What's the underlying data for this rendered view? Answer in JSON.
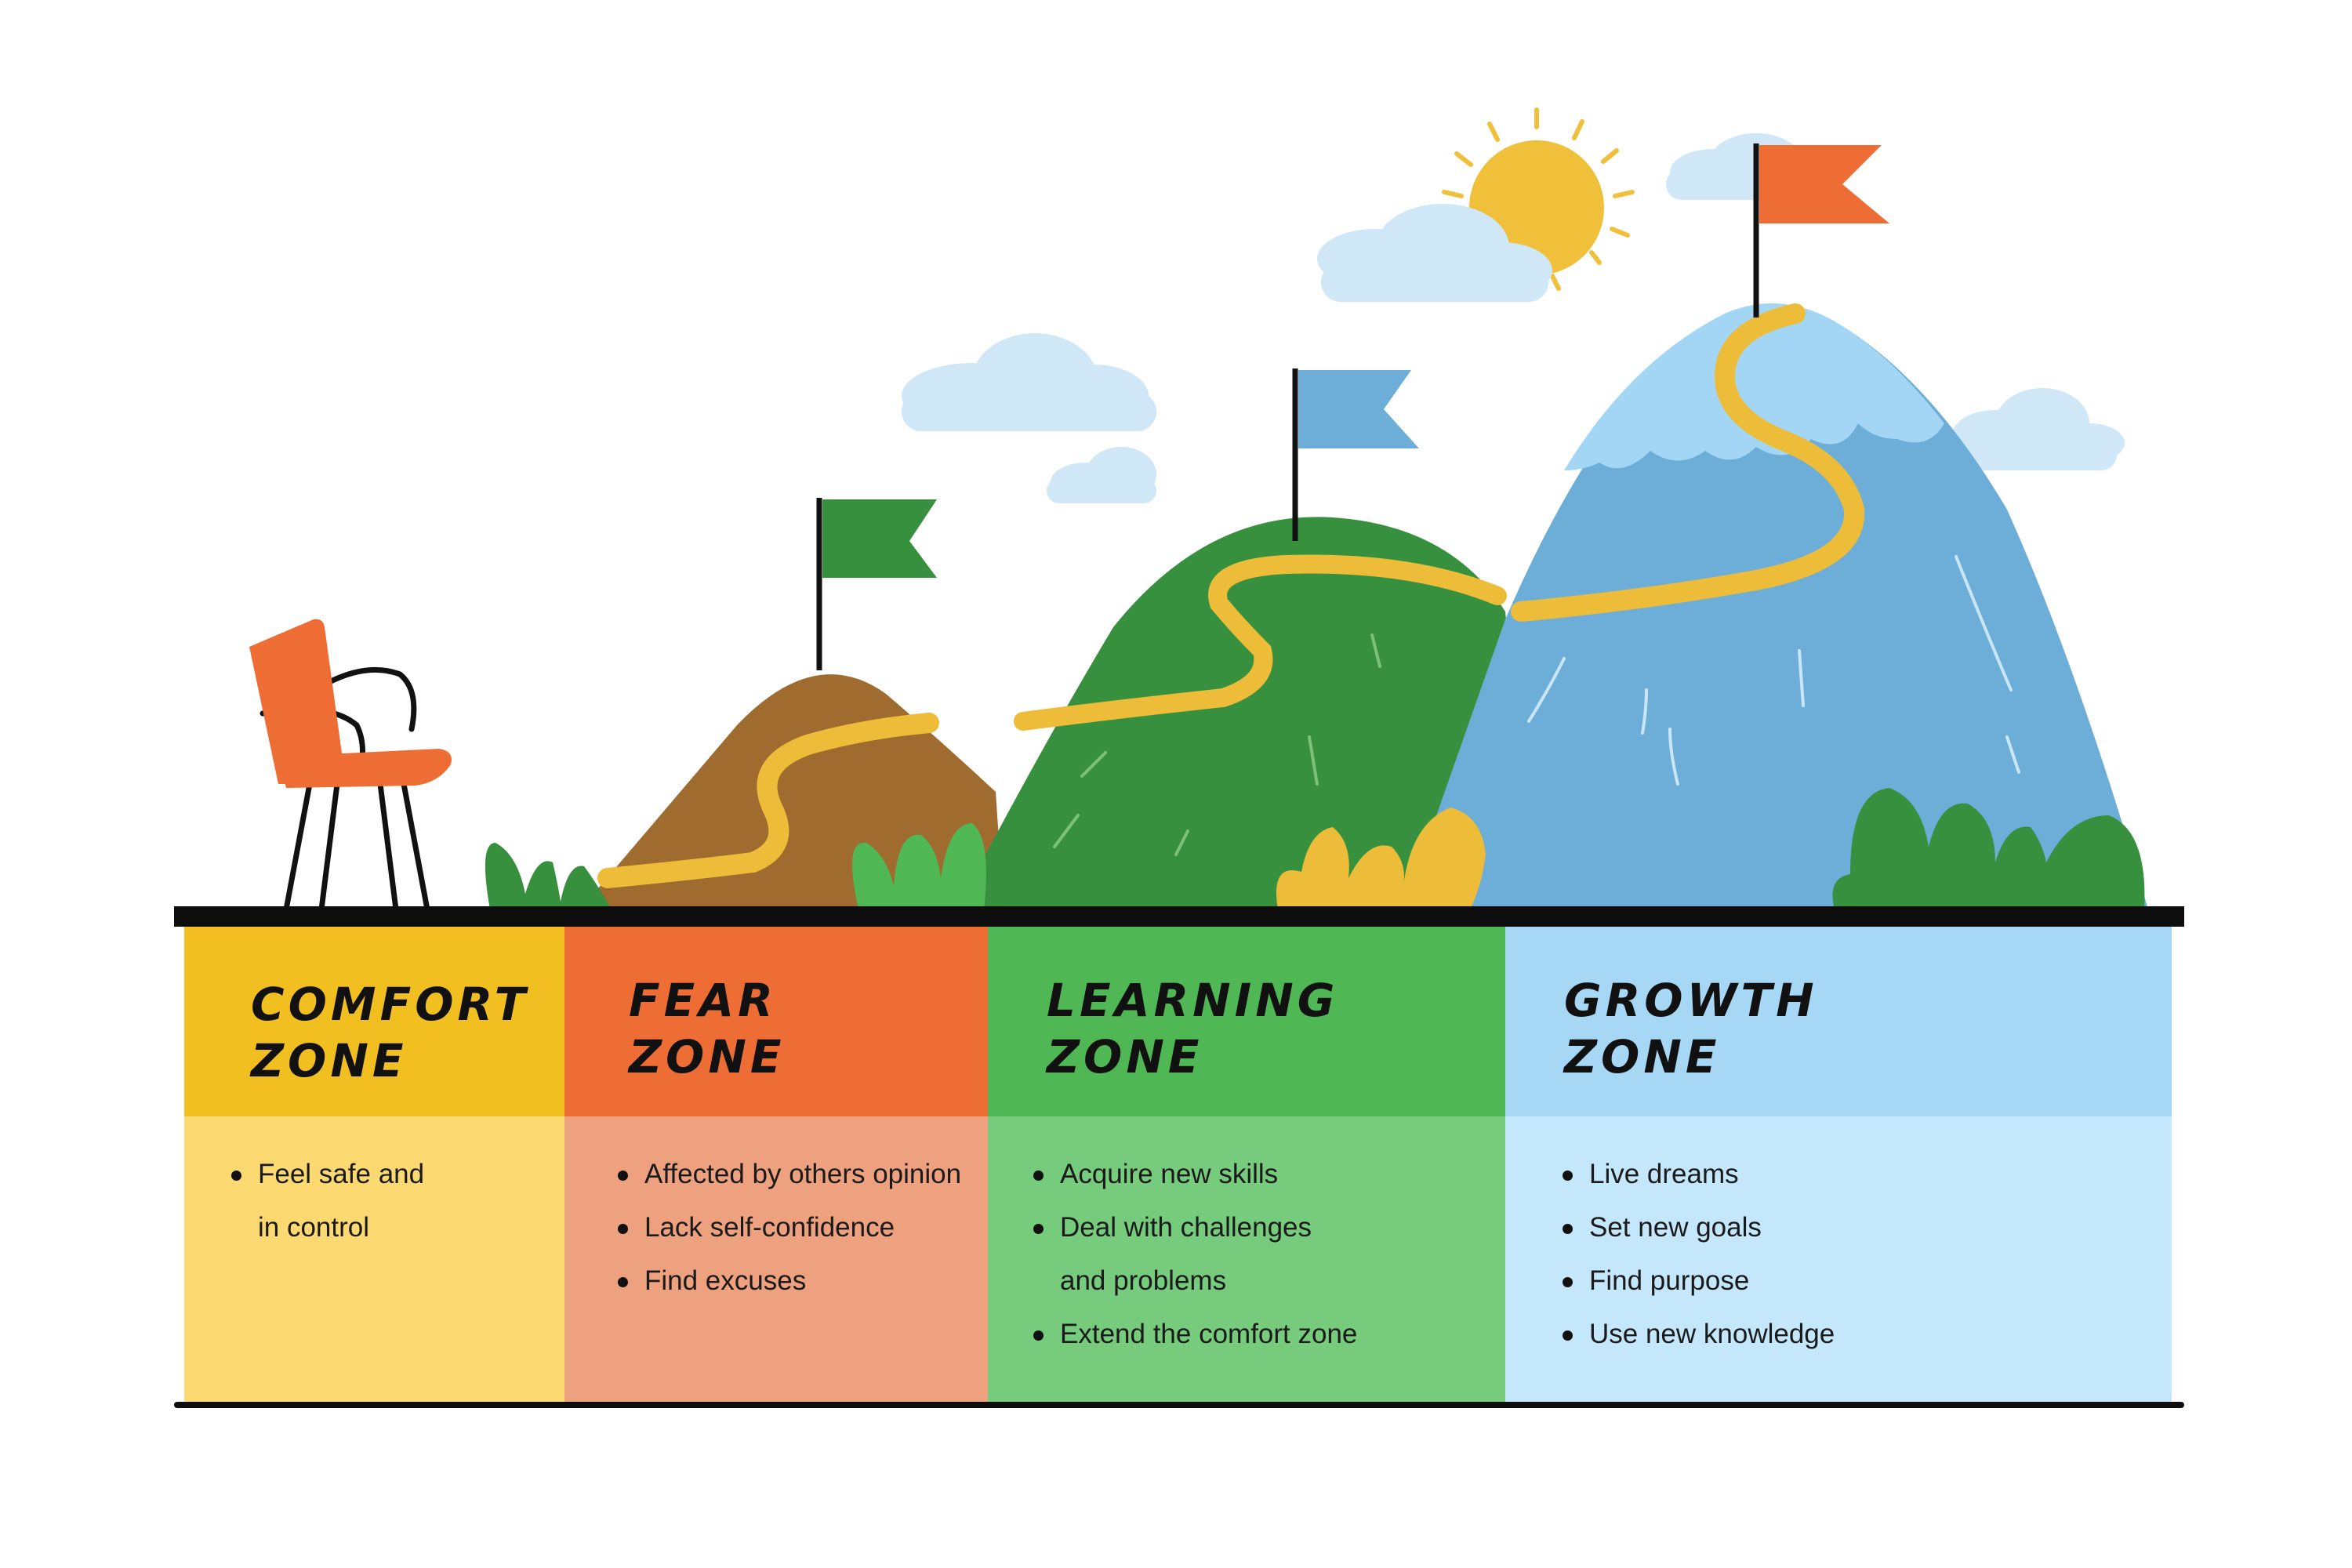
{
  "colors": {
    "comfort_header": "#f1bf1f",
    "comfort_body": "#fdd972",
    "fear_header": "#ed6d35",
    "fear_body": "#eea17f",
    "learning_header": "#4fb854",
    "learning_body": "#76cb7c",
    "growth_header": "#a6d7f5",
    "growth_body": "#c5e7fb",
    "ground": "#0d0d0d"
  },
  "illustration": {
    "icons": [
      "sun-icon",
      "cloud-icon",
      "flag-icon",
      "chair-icon",
      "bush-icon",
      "mountain-icon",
      "path-icon"
    ]
  },
  "zones": [
    {
      "id": "comfort",
      "title_line1": "COMFORT",
      "title_line2": "ZONE",
      "items": [
        "Feel safe and",
        "in control"
      ]
    },
    {
      "id": "fear",
      "title_line1": "FEAR",
      "title_line2": "ZONE",
      "items": [
        "Affected by others opinion",
        "Lack self-confidence",
        "Find excuses"
      ]
    },
    {
      "id": "learning",
      "title_line1": "LEARNING",
      "title_line2": "ZONE",
      "items": [
        "Acquire new skills",
        "Deal with challenges",
        "and problems",
        "Extend the comfort zone"
      ]
    },
    {
      "id": "growth",
      "title_line1": "GROWTH",
      "title_line2": "ZONE",
      "items": [
        "Live dreams",
        "Set new goals",
        "Find purpose",
        "Use new knowledge"
      ]
    }
  ]
}
